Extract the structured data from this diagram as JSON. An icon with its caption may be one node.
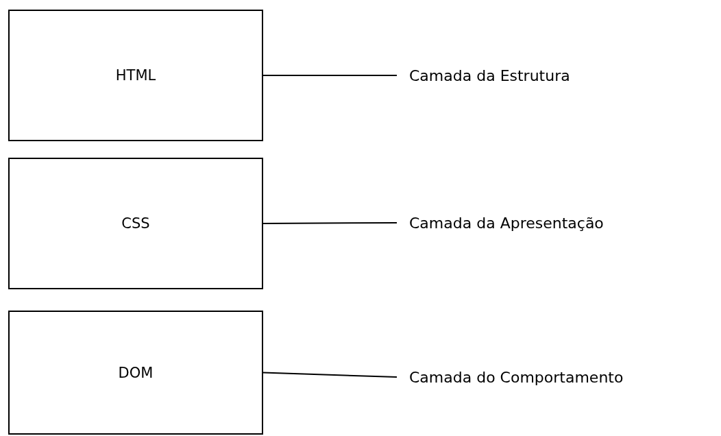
{
  "diagram": {
    "nodes": [
      {
        "text": [
          "HTML"
        ]
      },
      {
        "text": [
          "CSS"
        ]
      },
      {
        "text": [
          "DOM"
        ]
      },
      {
        "text": [
          "Camada da Estrutura"
        ]
      },
      {
        "text": [
          "Camada da Apresentação"
        ]
      },
      {
        "text": [
          "Camada do Comportamento"
        ]
      }
    ],
    "edges": [
      {
        "from": 0,
        "to": 3,
        "arrow": "none"
      },
      {
        "from": 1,
        "to": 4,
        "arrow": "none"
      },
      {
        "from": 2,
        "to": 5,
        "arrow": "none"
      }
    ]
  }
}
